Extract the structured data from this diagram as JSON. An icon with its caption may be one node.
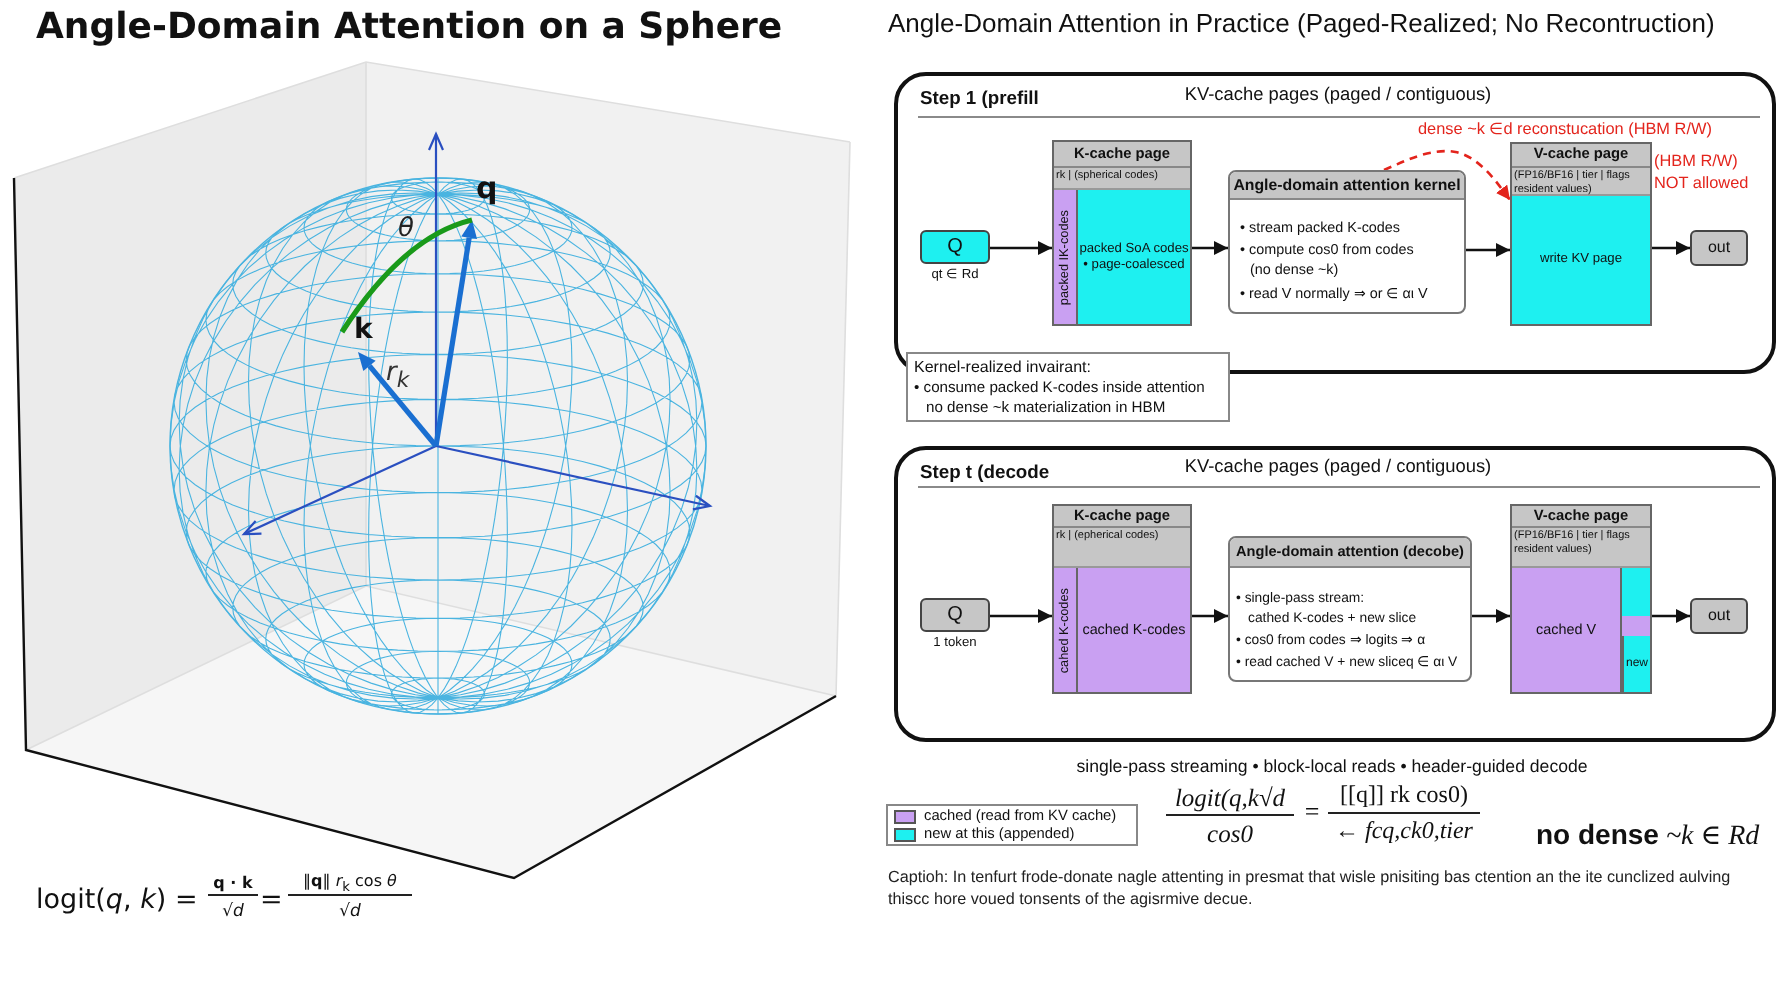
{
  "diagram": {
    "title": "Angle-Domain Attention on a Sphere",
    "caption": "Captioh: In tenfurt frode-donate nagle attenting in presmat that wisle pnisiting bas ctention an the ite cunclized aulving thiscc hore voued tonsents of the agisrmive decue.",
    "nodes": [
      {
        "text": [
          "Step 1 (prefill",
          "KV-cache pages (paged / contiguous)"
        ]
      },
      {
        "text": [
          "Q"
        ],
        "in": 0,
        "beside": [
          "qt ∈ Rd"
        ]
      },
      {
        "text": [
          "K-cache page",
          "rk | (spherical codes)",
          "packed IK-codes",
          "packed SoA codes • page-coalesced"
        ],
        "in": 0
      },
      {
        "text": [
          "Angle-domain attention kernel",
          "• stream packed K-codes",
          "• compute cos0 from codes (no dense ~k)",
          "• read V normally ⇒ or ∈ αι V"
        ],
        "in": 0
      },
      {
        "text": [
          "V-cache page",
          "(FP16/BF16 | tier | flags resident values)",
          "write KV page"
        ],
        "in": 0
      },
      {
        "text": [
          "out"
        ],
        "in": 0
      },
      {
        "text": [
          "Kernel-realized invairant:",
          "• consume packed K-codes inside attention",
          "no dense ~k materialization in HBM"
        ]
      },
      {
        "text": [
          "Step t (decode",
          "KV-cache pages (paged / contiguous)"
        ]
      },
      {
        "text": [
          "Q"
        ],
        "in": 7,
        "beside": [
          "1 token"
        ]
      },
      {
        "text": [
          "K-cache page",
          "rk | (epherical codes)",
          "cahed K-codes",
          "cached K-codes"
        ],
        "in": 7
      },
      {
        "text": [
          "Angle-domain attention (decobe)",
          "• single-pass stream:",
          "cathed K-codes + new slice",
          "• cos0 from codes ⇒ logits ⇒ α",
          "• read cached V + new sliceq ∈ αι V"
        ],
        "in": 7
      },
      {
        "text": [
          "V-cache page",
          "(FP16/BF16 | tier | flags resident values)",
          "cached V",
          "new"
        ],
        "in": 7
      },
      {
        "text": [
          "out"
        ],
        "in": 7
      }
    ],
    "edges": [
      {
        "from": 1,
        "to": 2,
        "arrow": "to"
      },
      {
        "from": 2,
        "to": 3,
        "arrow": "to"
      },
      {
        "from": 3,
        "to": 4,
        "arrow": "to"
      },
      {
        "from": 4,
        "to": 5,
        "arrow": "to"
      },
      {
        "from": 3,
        "to": 4,
        "arrow": "to",
        "label": "dense ~k ∈d reconstucation (HBM R/W)",
        "style": "dashed",
        "color": "#e3241c"
      },
      {
        "from": 8,
        "to": 9,
        "arrow": "to"
      },
      {
        "from": 9,
        "to": 10,
        "arrow": "to"
      },
      {
        "from": 10,
        "to": 11,
        "arrow": "to"
      },
      {
        "from": 11,
        "to": 12,
        "arrow": "to"
      }
    ],
    "labels": [
      "q",
      "θ",
      "k",
      "r$_{k}$",
      "logit(*q*, *k*) =",
      "q · k",
      "√*d*",
      "=",
      "‖**q**‖ *r*$_{k}$ cos *θ*",
      "√*d*",
      "Angle-Domain Attention in Practice (Paged-Realized; No Recontruction)",
      "(HBM R/W) NOT allowed",
      "single-pass streaming • block-local reads • header-guided decode",
      "logit(q,k√d",
      "cos0",
      "=",
      "[[q]] rk cos0)",
      "← fcq,ck0,tier",
      "**no dense** ~k ∈ Rd"
    ],
    "legend": [
      {
        "text": "cached (read from KV cache)",
        "color": "#c9a0f2"
      },
      {
        "text": "new at this (appended)",
        "color": "#1ef0f0"
      }
    ]
  }
}
